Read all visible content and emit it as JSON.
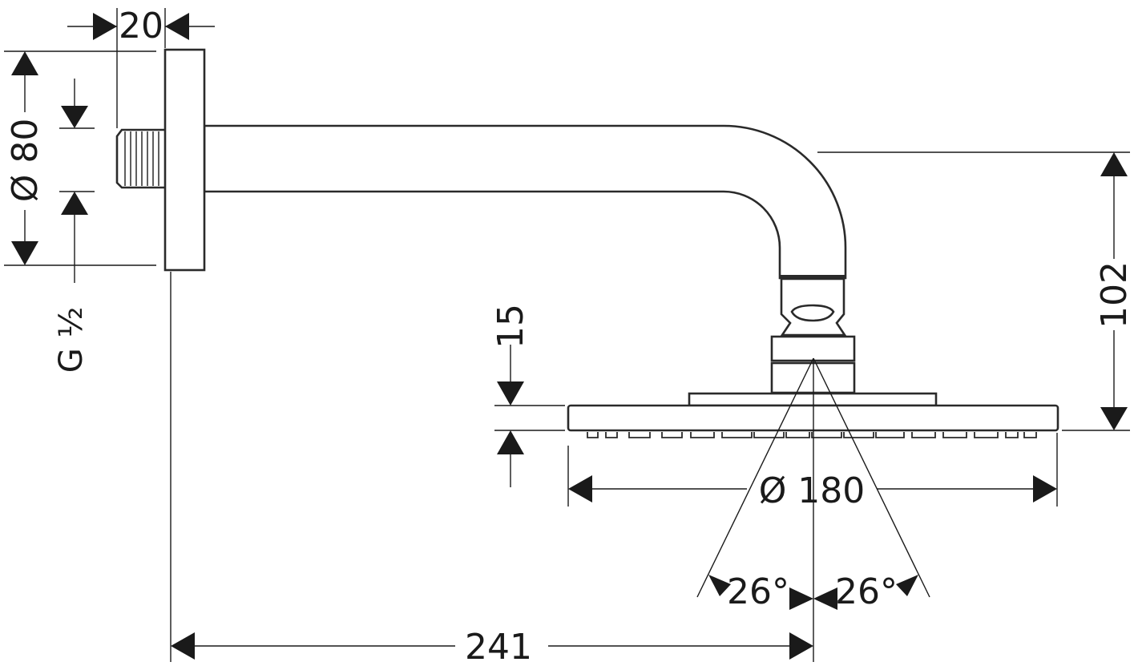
{
  "dimensions": {
    "flange_depth": "20",
    "flange_diameter": "Ø 80",
    "thread": "G ½",
    "head_thickness": "15",
    "arm_drop": "102",
    "head_diameter": "Ø 180",
    "spray_angle_left": "26°",
    "spray_angle_right": "26°",
    "projection": "241"
  }
}
